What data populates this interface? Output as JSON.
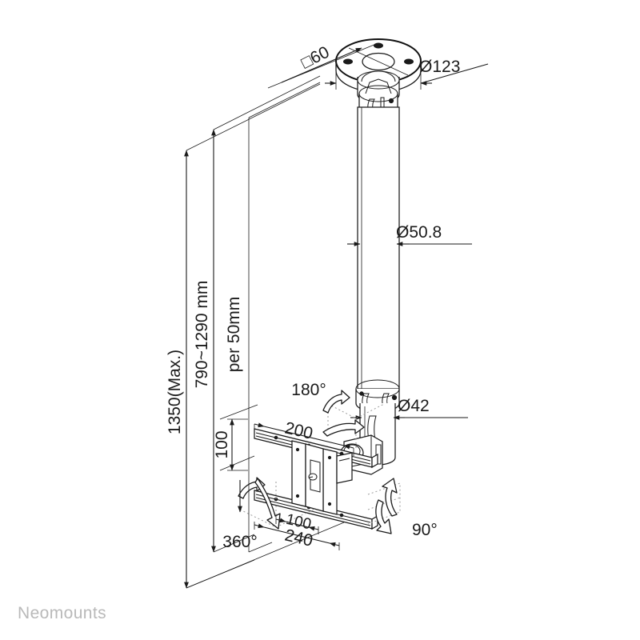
{
  "document": {
    "type": "technical-drawing",
    "title": "Ceiling mount dimensional drawing",
    "brand": "Neomounts",
    "background_color": "#ffffff",
    "line_color": "#1a1a1a",
    "brand_color": "#b9b9b9"
  },
  "dimensions": {
    "plate_hole_pattern": "□60",
    "plate_diameter": "Ø123",
    "pole_diameter": "Ø50.8",
    "inner_tube_diameter": "Ø42",
    "total_height_max": "1350(Max.)",
    "height_range": "790~1290 mm",
    "height_increment": "per 50mm",
    "bracket_rail_length": "200",
    "vesa_vertical": "100",
    "vesa_horizontal": "100",
    "bracket_width": "240"
  },
  "rotations": {
    "swivel": "180°",
    "roll": "360°",
    "tilt": "90°"
  },
  "labels": [
    {
      "id": "plate-hole-pattern",
      "text": "□60"
    },
    {
      "id": "plate-diameter",
      "text": "Ø123"
    },
    {
      "id": "pole-diameter",
      "text": "Ø50.8"
    },
    {
      "id": "inner-tube-diameter",
      "text": "Ø42"
    },
    {
      "id": "swivel-angle",
      "text": "180°"
    },
    {
      "id": "rail-length",
      "text": "200"
    },
    {
      "id": "vesa-vertical",
      "text": "100"
    },
    {
      "id": "roll-angle",
      "text": "360°"
    },
    {
      "id": "vesa-horizontal",
      "text": "100"
    },
    {
      "id": "bracket-width",
      "text": "240"
    },
    {
      "id": "tilt-angle",
      "text": "90°"
    },
    {
      "id": "height-max",
      "text": "1350(Max.)"
    },
    {
      "id": "height-range",
      "text": "790~1290 mm"
    },
    {
      "id": "height-increment",
      "text": "per 50mm"
    }
  ]
}
